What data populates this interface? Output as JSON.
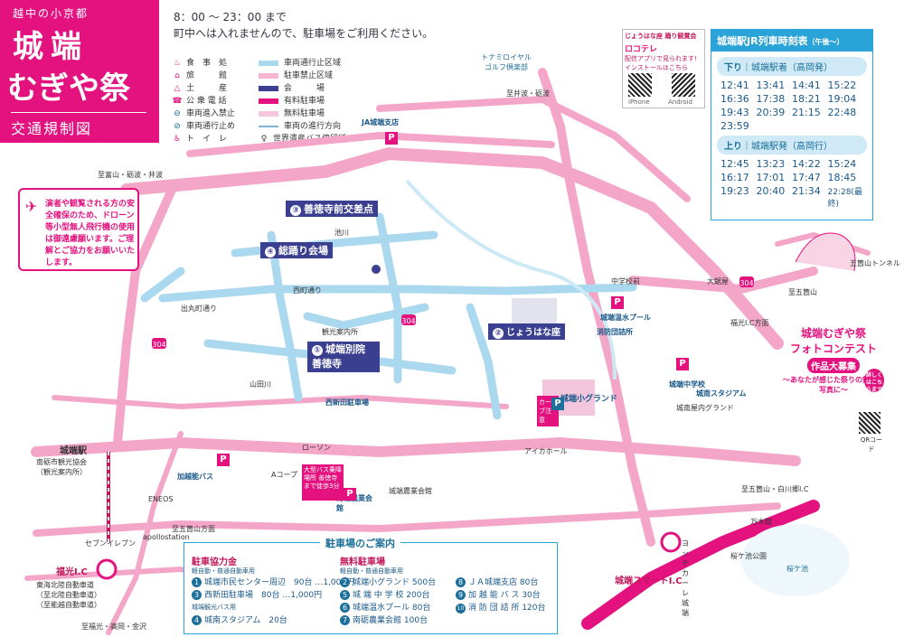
{
  "title": {
    "subtitle": "越中の小京都",
    "line1": "城端",
    "line2": "むぎや祭",
    "line3": "交通規制図"
  },
  "hours": {
    "time": "8：00 ～ 23：00 まで",
    "note": "町中へは入れませんので、駐車場をご利用ください。"
  },
  "legend": [
    {
      "icon": "fork-icon",
      "label": "食　事　処",
      "color": "#e4127f"
    },
    {
      "icon": "inn-icon",
      "label": "旅　　　館",
      "color": "#e4127f"
    },
    {
      "icon": "shop-icon",
      "label": "土　　　産",
      "color": "#e4127f"
    },
    {
      "icon": "phone-icon",
      "label": "公 衆 電 話",
      "color": "#e4127f"
    },
    {
      "icon": "no-entry-icon",
      "label": "車両進入禁止",
      "color": "#1b6f9a"
    },
    {
      "icon": "no-pass-icon",
      "label": "車両通行止め",
      "color": "#1b6f9a"
    },
    {
      "icon": "toilet-icon",
      "label": "ト　イ　レ",
      "color": "#e4127f"
    },
    {
      "swatch": "#a9d8ef",
      "label": "車両通行止区域"
    },
    {
      "swatch": "#f6b6d2",
      "label": "駐車禁止区域"
    },
    {
      "swatch": "#3b3f8f",
      "label": "会　　　場"
    },
    {
      "swatch": "#e4127f",
      "label": "有料駐車場"
    },
    {
      "swatch": "#f3c6dd",
      "label": "無料駐車場"
    },
    {
      "swatch": "#7fb3d5",
      "label": "車両の進行方向"
    },
    {
      "icon": "heritage-icon",
      "label": "世界遺産バス停留所",
      "color": "#333"
    }
  ],
  "drone": {
    "text": "演者や観覧される方の安全確保のため、ドローン等小型無人飛行機の使用は御遠慮願います。ご理解とご協力をお願いいたします。"
  },
  "app": {
    "line1": "じょうはな座 踊り観賞会",
    "brand": "ロコテレ",
    "line2": "配信アプリで見られます!",
    "line3": "インストールはこちら",
    "iphone": "iPhone",
    "android": "Android"
  },
  "timetable": {
    "title": "城端駅JR列車時刻表",
    "suffix": "（午後～）",
    "down_label": "下り",
    "down_sub": "城端駅着（高岡発）",
    "down": [
      "12:41",
      "13:41",
      "14:41",
      "15:22",
      "16:36",
      "17:38",
      "18:21",
      "19:04",
      "19:43",
      "20:39",
      "21:15",
      "22:48",
      "23:59"
    ],
    "up_label": "上り",
    "up_sub": "城端駅発（高岡行）",
    "up": [
      "12:45",
      "13:23",
      "14:22",
      "15:24",
      "16:17",
      "17:01",
      "17:47",
      "18:45",
      "19:23",
      "20:40",
      "21:34",
      "22:28(最終)"
    ]
  },
  "venues": [
    {
      "num": "③",
      "label": "善徳寺前交差点"
    },
    {
      "num": "④",
      "label": "総踊り会場"
    },
    {
      "num": "①",
      "label": "城端別院 善徳寺"
    },
    {
      "num": "②",
      "label": "じょうはな座"
    }
  ],
  "places": [
    "JA城端支店",
    "トナミロイヤル ゴルフ倶楽部",
    "至井波・砺波",
    "至富山・砺波・井波",
    "城端駅",
    "南砺市観光協会（観光案内所）",
    "福光I.C",
    "東海北陸自動車道（至北陸自動車道）（至能越自動車道）",
    "至福光・高岡・金沢",
    "城端スマートI.C",
    "至五箇山・白川郷I.C",
    "五箇山トンネル",
    "至五箇山",
    "桜ケ池公園",
    "桜ケ池",
    "城端小グランド",
    "城南スタジアム",
    "城端中学校",
    "消防団詰所",
    "城端温水プール",
    "西新田駐車場",
    "加越能バス",
    "南砺農業会館",
    "ENEOS",
    "apollostation",
    "セブンイレブン",
    "至五箇山方面",
    "福光I.C方面",
    "大鋸屋",
    "中学校前",
    "カーブ注意",
    "観光案内所",
    "池川",
    "西町通り",
    "出丸町通り",
    "山田川",
    "ローソン",
    "Aコープ",
    "アイカホール",
    "城南屋内グランド",
    "万木館",
    "ヨッテカーレ城端",
    "城端農業会館"
  ],
  "parking": {
    "title": "駐車場のご案内",
    "paid_title": "駐車協力金",
    "paid_sub": "軽自動・普通自動車用",
    "paid": [
      {
        "n": "①",
        "name": "城端市民センター周辺",
        "fee": "90台 …1,000円"
      },
      {
        "n": "③",
        "name": "西新田駐車場",
        "fee": "80台 …1,000円"
      }
    ],
    "paid_bus_sub": "城端観光バス用",
    "paid_bus": [
      {
        "n": "④",
        "name": "城南スタジアム",
        "fee": "20台"
      }
    ],
    "free_title": "無料駐車場",
    "free_sub": "軽自動・普通自動車用",
    "free": [
      {
        "n": "②",
        "name": "城端小グランド",
        "cap": "500台"
      },
      {
        "n": "⑤",
        "name": "城 端 中 学 校",
        "cap": "200台"
      },
      {
        "n": "⑥",
        "name": "城端温水プール",
        "cap": "80台"
      },
      {
        "n": "⑦",
        "name": "南砺農業会館",
        "cap": "100台"
      },
      {
        "n": "⑧",
        "name": "ＪＡ城端支店",
        "cap": "80台"
      },
      {
        "n": "⑨",
        "name": "加 越 能 バ ス",
        "cap": "30台"
      },
      {
        "n": "⑩",
        "name": "消 防 団 詰 所",
        "cap": "120台"
      }
    ]
  },
  "photo": {
    "line1": "城端むぎや祭",
    "line2": "フォトコンテスト",
    "line3": "作品大募集",
    "line4": "～あなたが感じた祭りの魅力を写真に～",
    "qr": "QRコード",
    "detail": "詳しくはこちらまで"
  },
  "bus_note": "大型バス乗降場所 善徳寺まで徒歩3分",
  "road_numbers": [
    "304",
    "304",
    "304"
  ],
  "colors": {
    "pink": "#e4127f",
    "lightpink": "#f6b6d2",
    "lightblue": "#a9d8ef",
    "navy": "#3b3f8f",
    "teal": "#2aa3d9"
  }
}
